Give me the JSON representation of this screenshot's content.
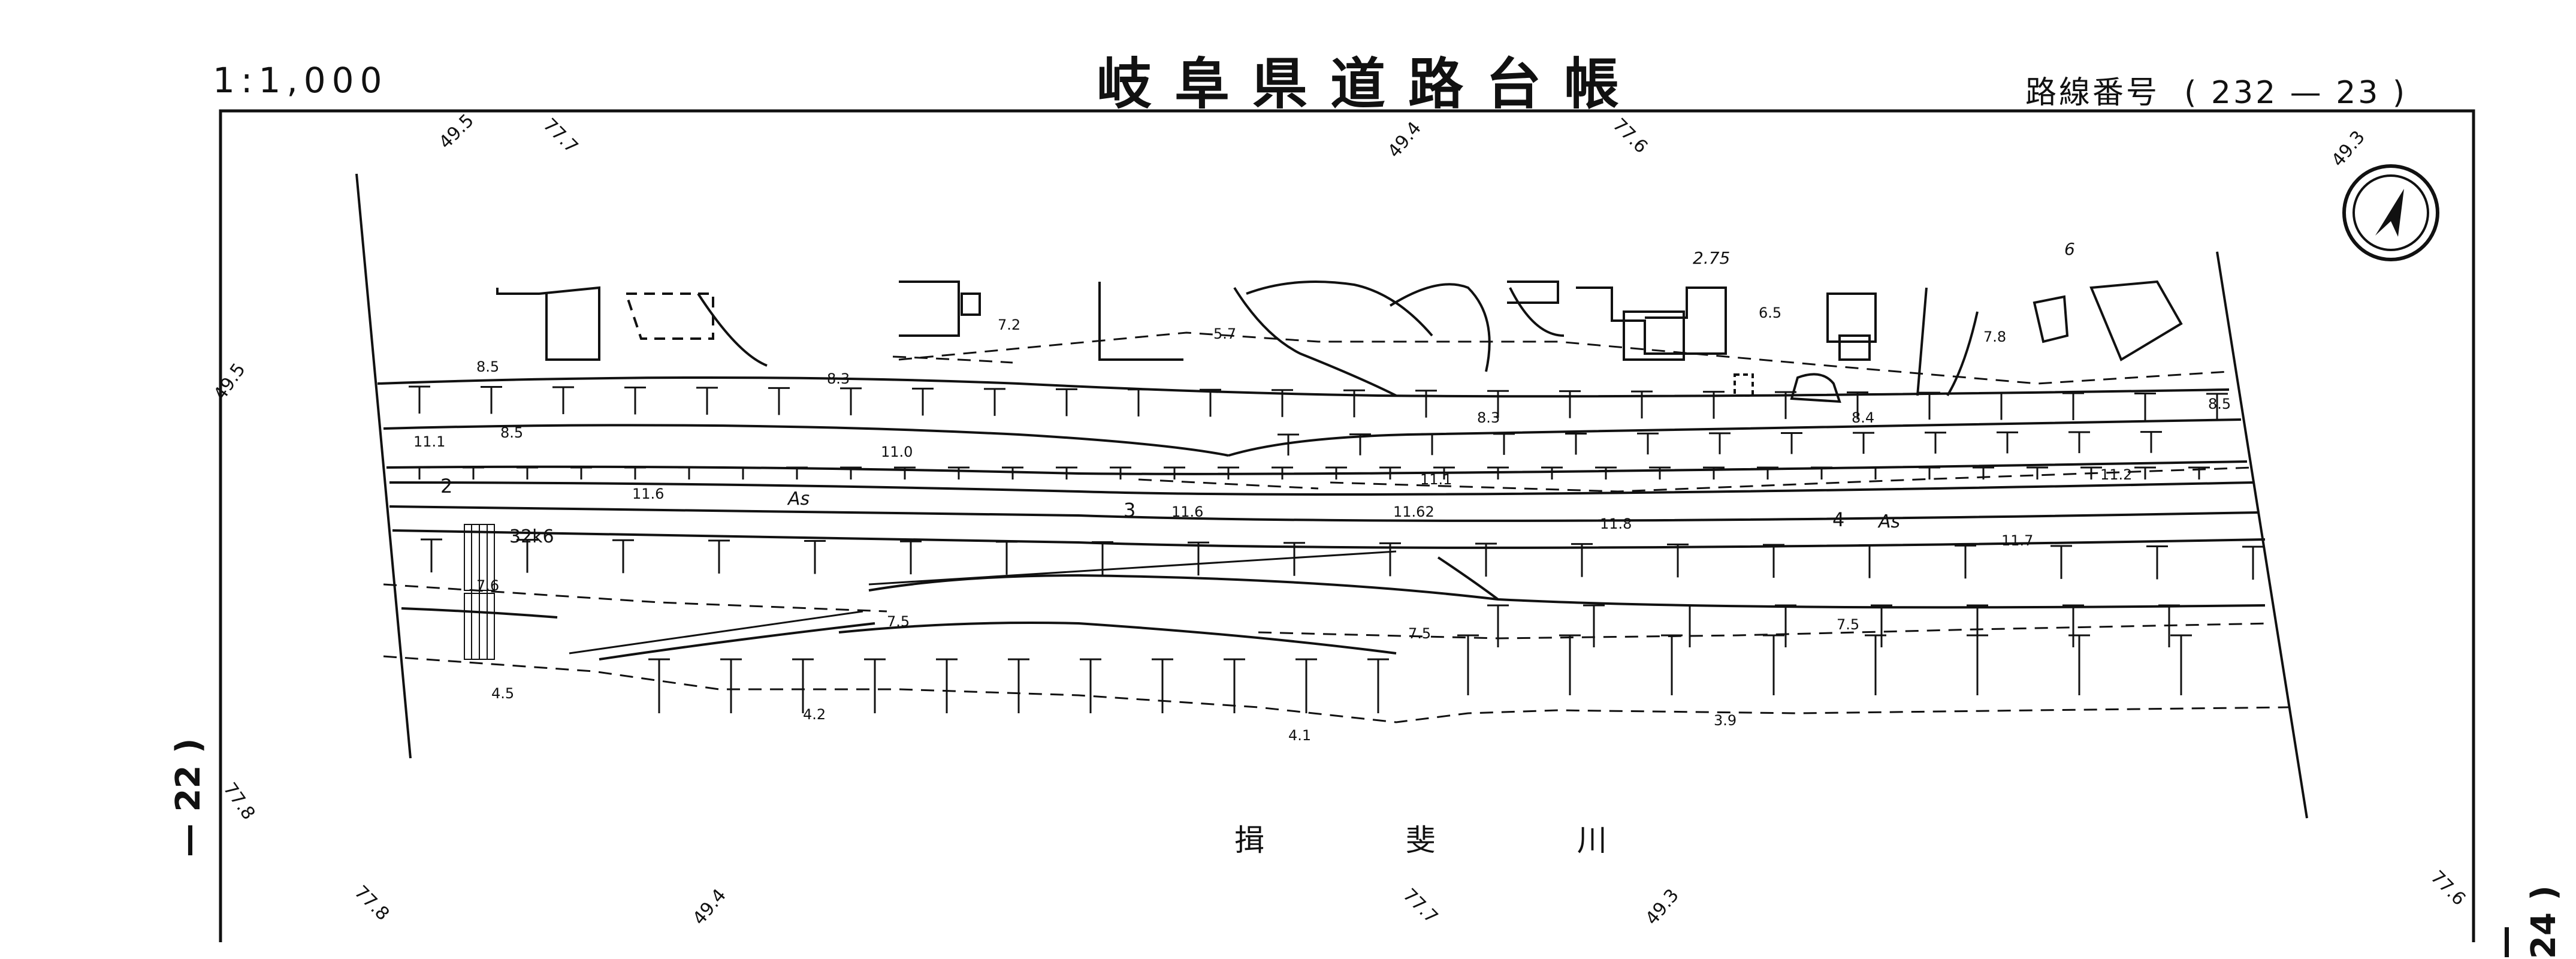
{
  "header": {
    "scale": "1:1,000",
    "title": "岐阜県道路台帳",
    "route_label": "路線番号",
    "route_number": "( 232 — 23 )"
  },
  "river_name": "揖 斐 川",
  "sheet_numbers": {
    "left": "— 22 )",
    "right": "— 24 )"
  },
  "grid_labels": [
    "49.5",
    "77.7",
    "49.4",
    "77.6",
    "49.3",
    "49.5",
    "77.8",
    "77.8",
    "49.4",
    "77.7",
    "49.3",
    "77.6"
  ],
  "elevations": [
    "8.5",
    "8.3",
    "7.2",
    "5.7",
    "6.5",
    "7.8",
    "8.5",
    "11.1",
    "8.5",
    "11.0",
    "8.3",
    "8.4",
    "11.6",
    "11.1",
    "11.2",
    "11.6",
    "11.62",
    "11.8",
    "11.7",
    "7.6",
    "7.5",
    "7.5",
    "7.5",
    "4.5",
    "4.2",
    "4.1",
    "3.9"
  ],
  "stations": [
    "2",
    "3",
    "4"
  ],
  "surface_labels": [
    "As",
    "As"
  ],
  "marker_label": "32k6",
  "handwritten": [
    "2.75",
    "6"
  ],
  "north_arrow_icon": "north-arrow-icon",
  "colors": {
    "ink": "#111111",
    "paper": "#ffffff"
  }
}
